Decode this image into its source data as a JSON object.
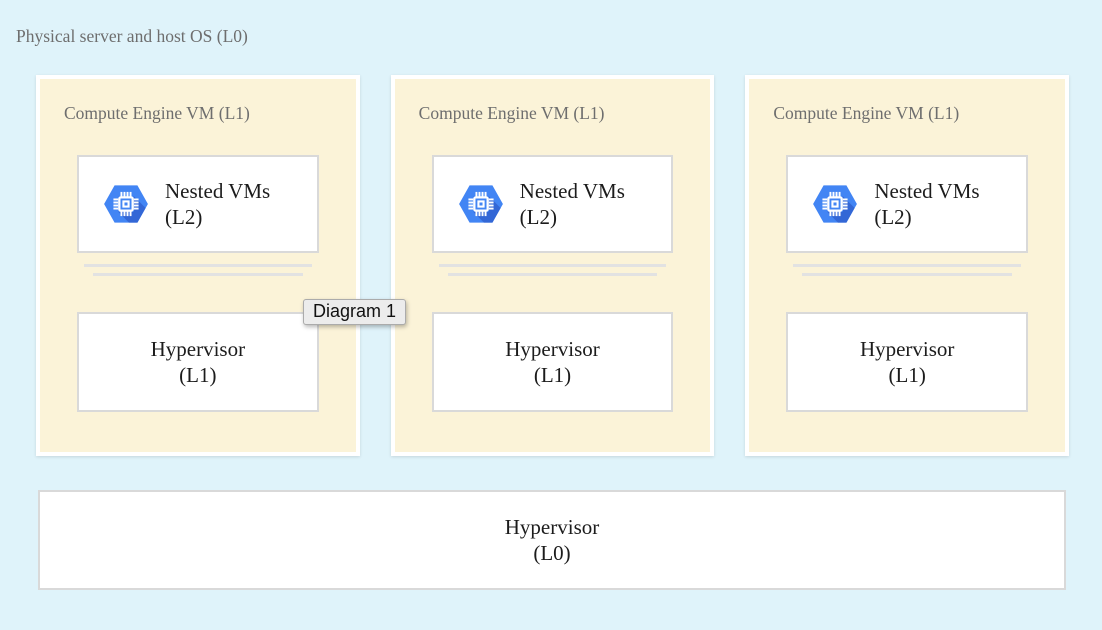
{
  "header": {
    "label": "Physical server and host OS (L0)"
  },
  "colors": {
    "page_background": "#dff3fa",
    "vm_background": "#fbf3d8",
    "box_border": "#d9d9d9",
    "icon_blue": "#4285f4",
    "icon_blue_shadow": "#3367d6",
    "label_gray": "#6e6e6e",
    "text_black": "#1c1c1c"
  },
  "vm_columns": [
    {
      "label": "Compute Engine VM (L1)",
      "nested_vms": {
        "icon": "compute-engine-icon",
        "line1": "Nested VMs",
        "line2": "(L2)"
      },
      "hypervisor": {
        "line1": "Hypervisor",
        "line2": "(L1)"
      }
    },
    {
      "label": "Compute Engine VM (L1)",
      "nested_vms": {
        "icon": "compute-engine-icon",
        "line1": "Nested VMs",
        "line2": "(L2)"
      },
      "hypervisor": {
        "line1": "Hypervisor",
        "line2": "(L1)"
      }
    },
    {
      "label": "Compute Engine VM (L1)",
      "nested_vms": {
        "icon": "compute-engine-icon",
        "line1": "Nested VMs",
        "line2": "(L2)"
      },
      "hypervisor": {
        "line1": "Hypervisor",
        "line2": "(L1)"
      }
    }
  ],
  "tooltip": {
    "label": "Diagram 1"
  },
  "host_hypervisor": {
    "line1": "Hypervisor",
    "line2": "(L0)"
  }
}
